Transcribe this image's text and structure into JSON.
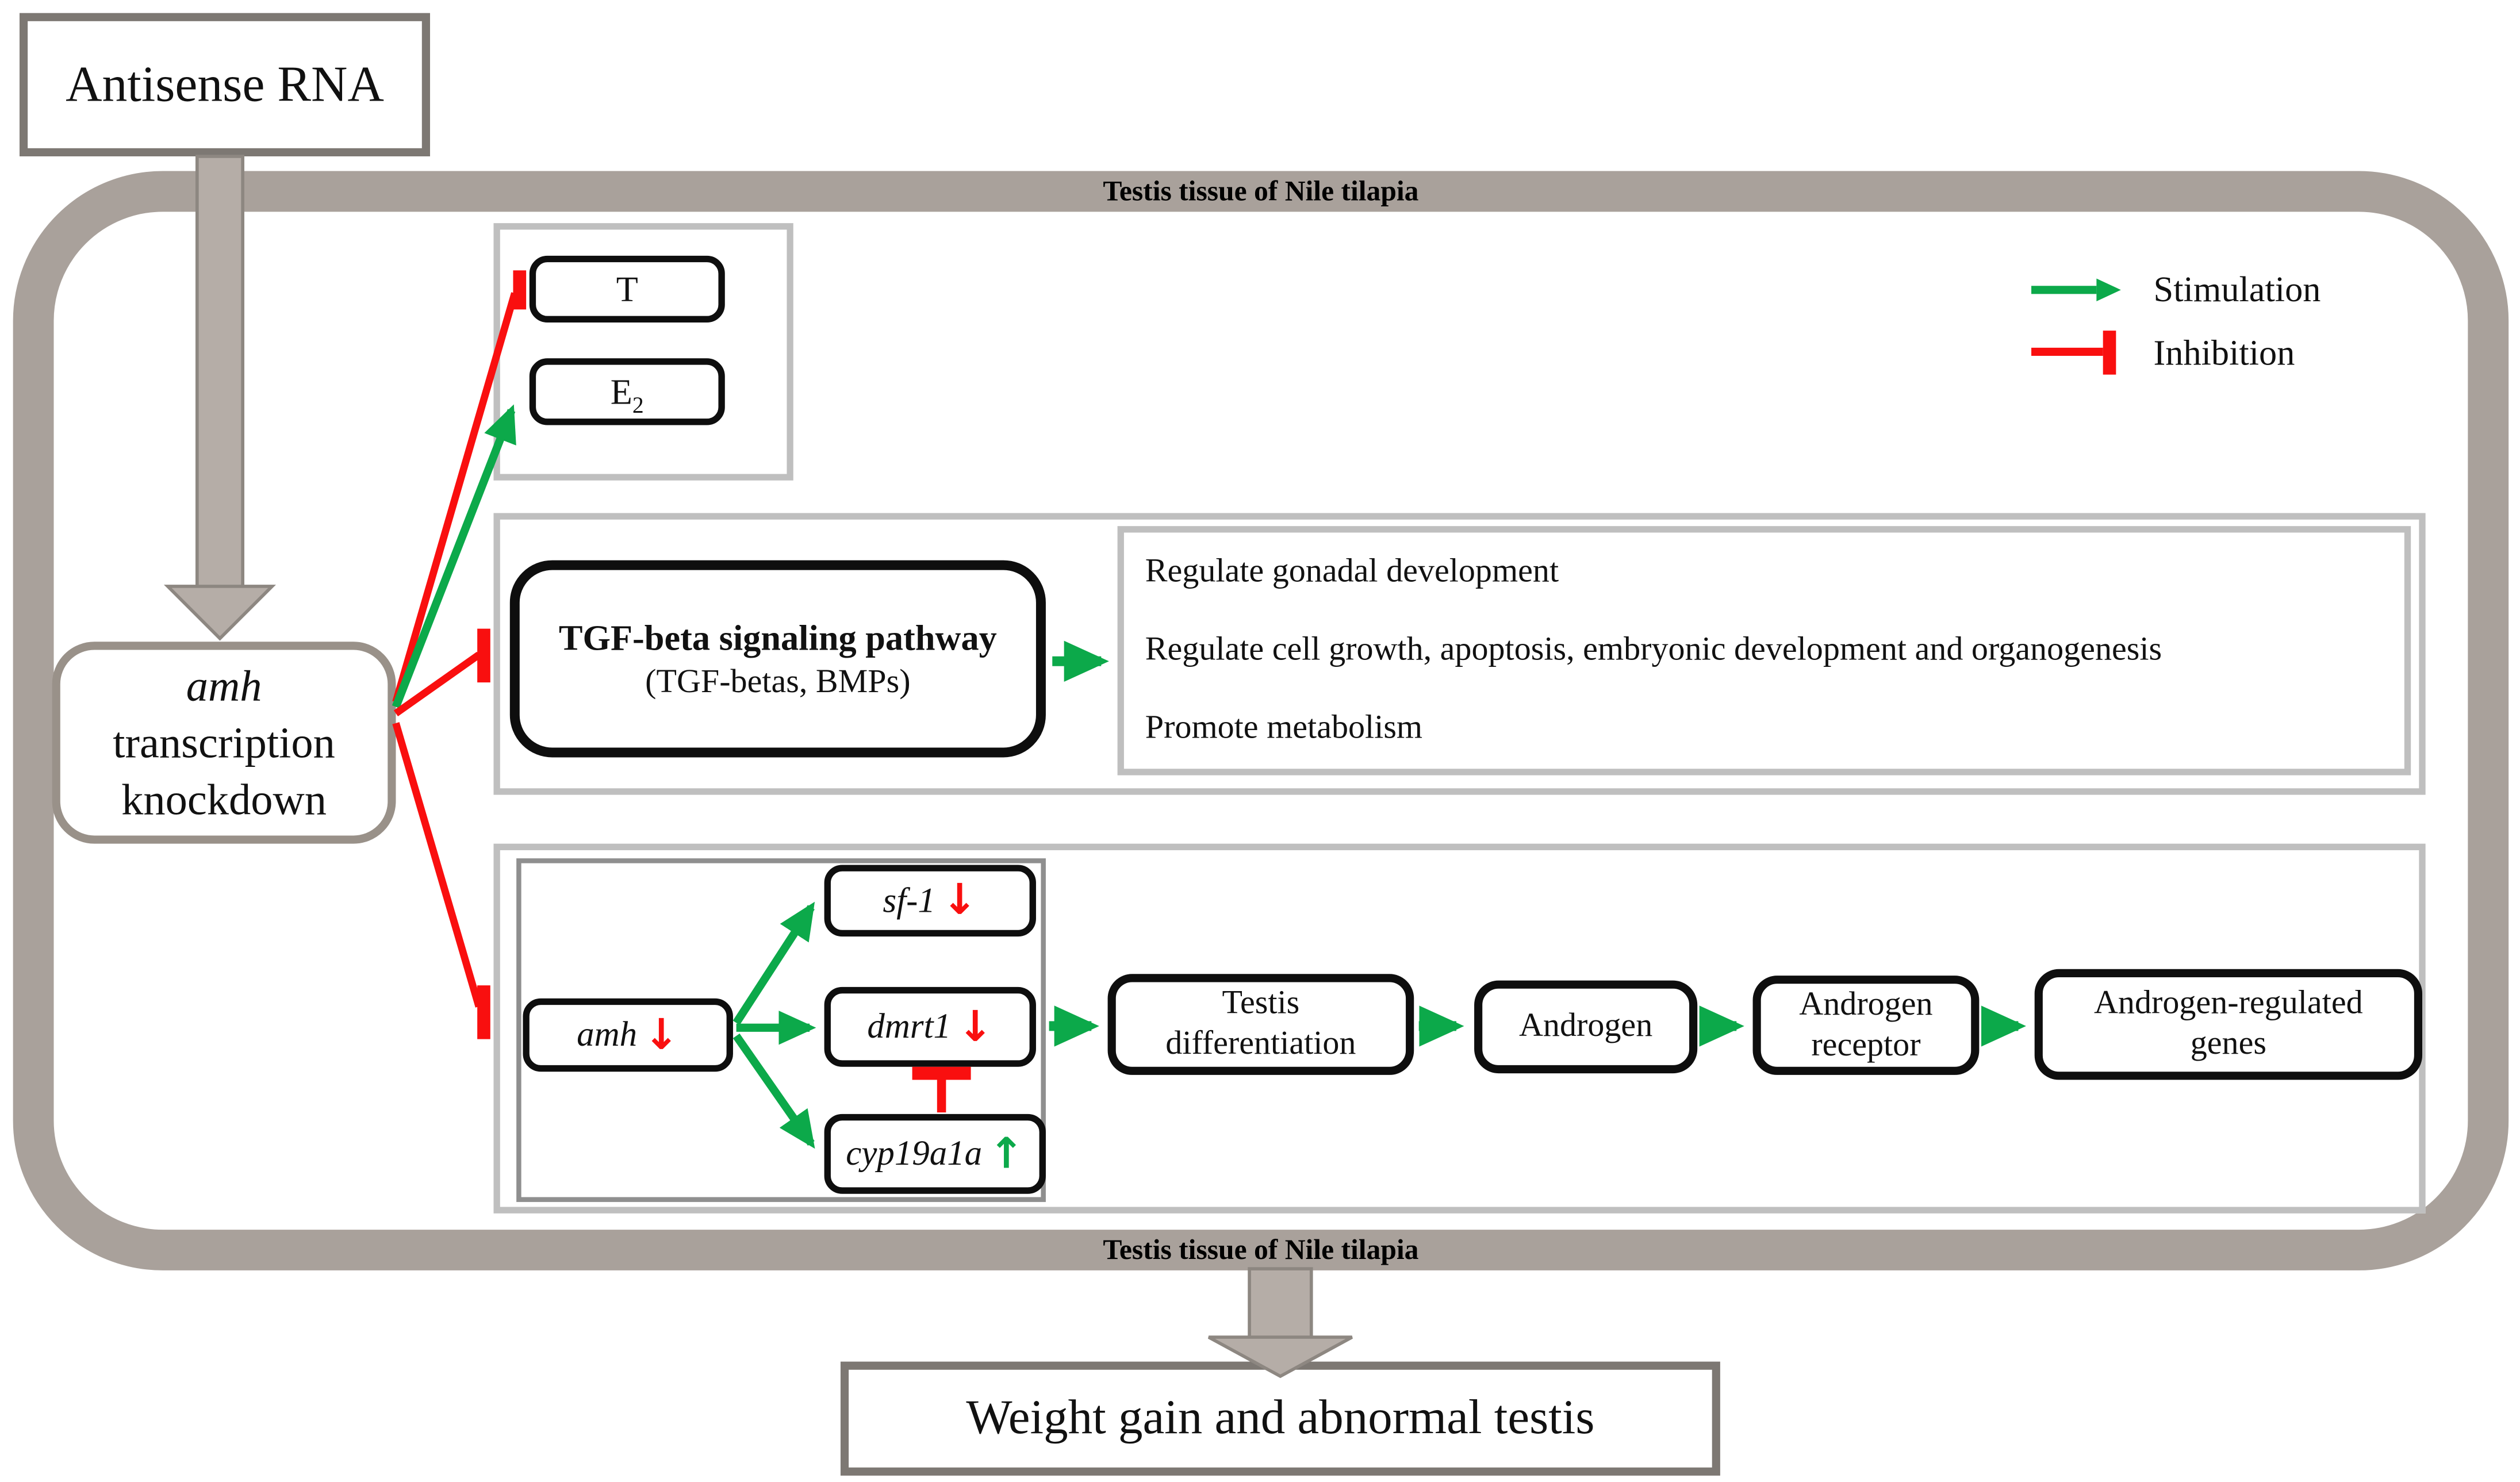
{
  "colors": {
    "green": "#0cא9a4a",
    "red": "#f90f0f",
    "gray_band": "#a9a19b",
    "gray_arrow": "#b5ada7",
    "gray_arrow_edge": "#8d8781",
    "gray_box_border": "#7d7873",
    "knockdown_border": "#999189",
    "panel_border": "#bfbfbf",
    "gene_panel_border": "#8f8f8f"
  },
  "source": {
    "label": "Antisense RNA"
  },
  "tissue": {
    "top_label": "Testis tissue of Nile tilapia",
    "bottom_label": "Testis tissue of Nile tilapia"
  },
  "legend": {
    "stimulation_label": "Stimulation",
    "inhibition_label": "Inhibition"
  },
  "knockdown": {
    "line1": "amh",
    "line2": "transcription",
    "line3": "knockdown"
  },
  "hormones": {
    "testosterone_label": "T",
    "estradiol_base": "E",
    "estradiol_sub": "2"
  },
  "tgf": {
    "title": "TGF-beta signaling pathway",
    "subtitle": "(TGF-betas, BMPs)",
    "functions": [
      "Regulate gonadal development",
      "Regulate cell growth, apoptosis, embryonic development and organogenesis",
      "Promote metabolism"
    ]
  },
  "genes": {
    "amh": {
      "name": "amh",
      "arrow": "↓",
      "direction": "down"
    },
    "sf1": {
      "name": "sf-1",
      "arrow": "↓",
      "direction": "down"
    },
    "dmrt1": {
      "name": "dmrt1",
      "arrow": "↓",
      "direction": "down"
    },
    "cyp19a1a": {
      "name": "cyp19a1a",
      "arrow": "↑",
      "direction": "up"
    }
  },
  "chain": [
    {
      "line1": "Testis",
      "line2": "differentiation"
    },
    {
      "line1": "Androgen"
    },
    {
      "line1": "Androgen",
      "line2": "receptor"
    },
    {
      "line1": "Androgen-regulated",
      "line2": "genes"
    }
  ],
  "outcome": {
    "label": "Weight gain and abnormal testis"
  }
}
